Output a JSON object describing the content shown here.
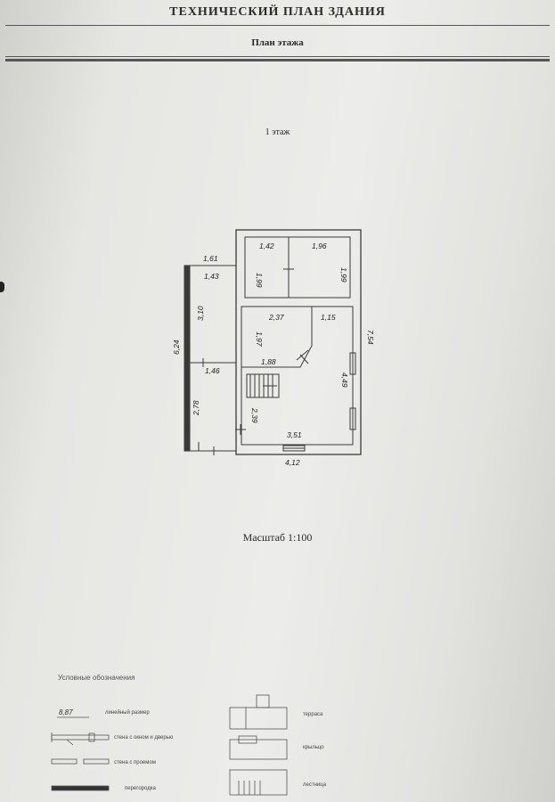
{
  "header": {
    "title": "ТЕХНИЧЕСКИЙ ПЛАН ЗДАНИЯ",
    "subtitle": "План этажа"
  },
  "plan": {
    "floor_label": "1 этаж",
    "scale_label": "Масштаб 1:100",
    "dimensions": {
      "d161": "1,61",
      "d143": "1,43",
      "d310": "3,10",
      "d624": "6,24",
      "d146": "1,46",
      "d278": "2,78",
      "d142": "1,42",
      "d196": "1,96",
      "d199a": "1,99",
      "d199b": "1,99",
      "d237": "2,37",
      "d115": "1,15",
      "d197": "1,97",
      "d188": "1,88",
      "d754": "7,54",
      "d449": "4,49",
      "d239": "2,39",
      "d351": "3,51",
      "d412": "4,12"
    }
  },
  "legend": {
    "title": "Условные обозначения",
    "sample_number": "8,87",
    "items": {
      "linear_size": "линейный размер",
      "wall_window_door": "стена с окном и дверью",
      "wall_opening": "стена с проемом",
      "partition": "перегородка",
      "terrace": "терраса",
      "porch": "крыльцо",
      "stairs": "лестница"
    }
  }
}
